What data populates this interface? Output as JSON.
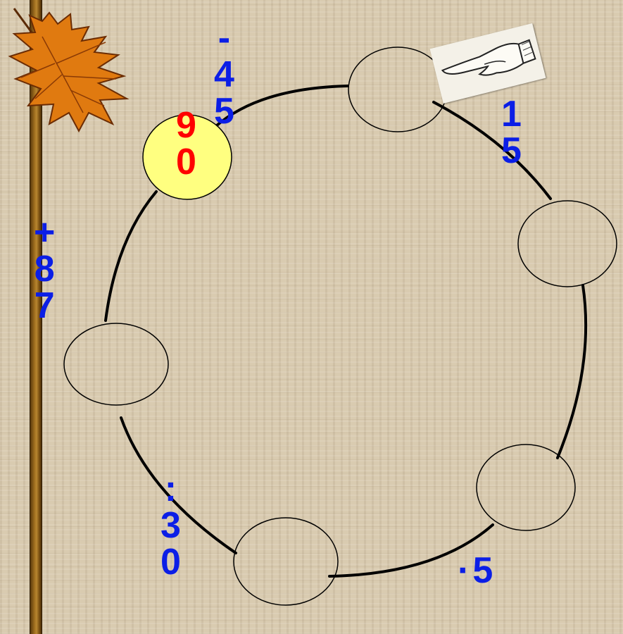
{
  "chain": {
    "start_value": "90",
    "operations": [
      {
        "sign": "-",
        "number": "45"
      },
      {
        "sign": "",
        "number": "15"
      },
      {
        "sign": "·",
        "number": "5"
      },
      {
        "sign": ":",
        "number": "30"
      },
      {
        "sign": "+",
        "number": "87"
      }
    ]
  },
  "colors": {
    "operation_text": "#0b1ee6",
    "start_text": "#ff0000",
    "start_circle_fill": "#ffff80",
    "leaf": "#e07a10",
    "bar": "#9b6a1d"
  },
  "icons": [
    "maple-leaf-icon",
    "pointing-hand-icon"
  ]
}
